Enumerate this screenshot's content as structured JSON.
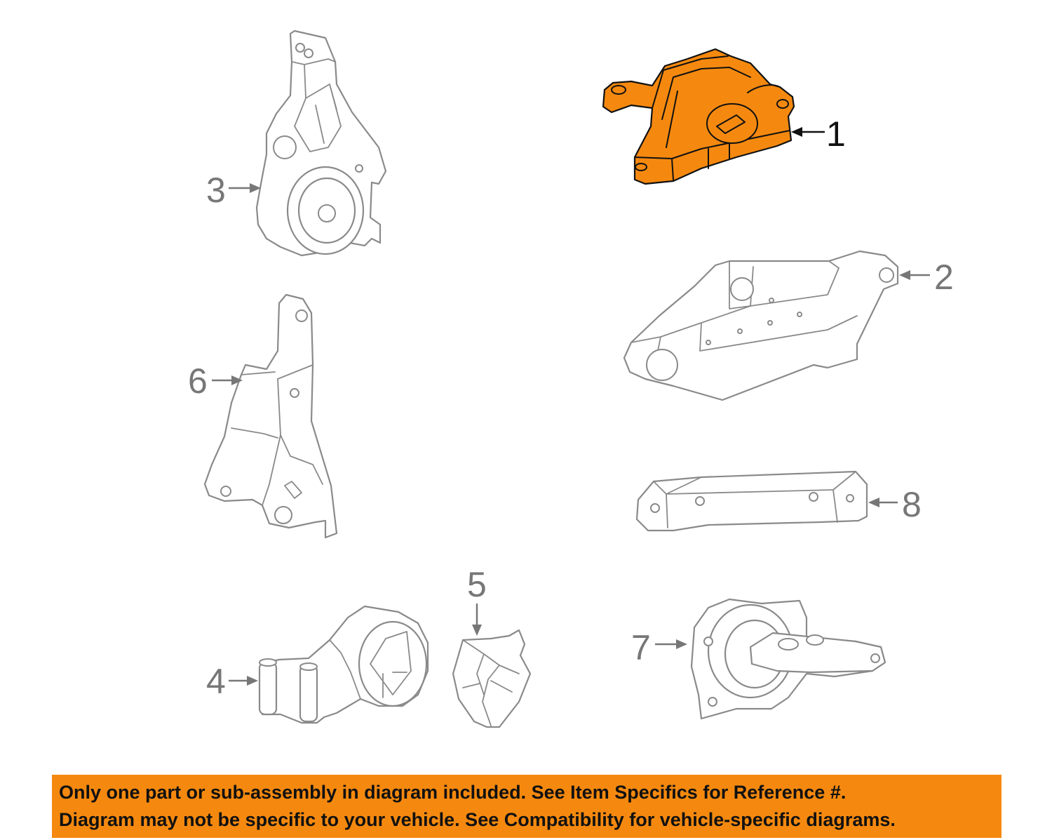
{
  "callouts": [
    {
      "id": "1",
      "highlighted": true
    },
    {
      "id": "2",
      "highlighted": false
    },
    {
      "id": "3",
      "highlighted": false
    },
    {
      "id": "4",
      "highlighted": false
    },
    {
      "id": "5",
      "highlighted": false
    },
    {
      "id": "6",
      "highlighted": false
    },
    {
      "id": "7",
      "highlighted": false
    },
    {
      "id": "8",
      "highlighted": false
    }
  ],
  "colors": {
    "highlight": "#f5890f",
    "outline": "#8a8a8a",
    "highlight_outline": "#111111"
  },
  "notice": {
    "line1": "Only one part or sub-assembly in diagram included. See Item Specifics for Reference #.",
    "line2": "Diagram may not be specific to your vehicle. See Compatibility for vehicle-specific diagrams."
  }
}
